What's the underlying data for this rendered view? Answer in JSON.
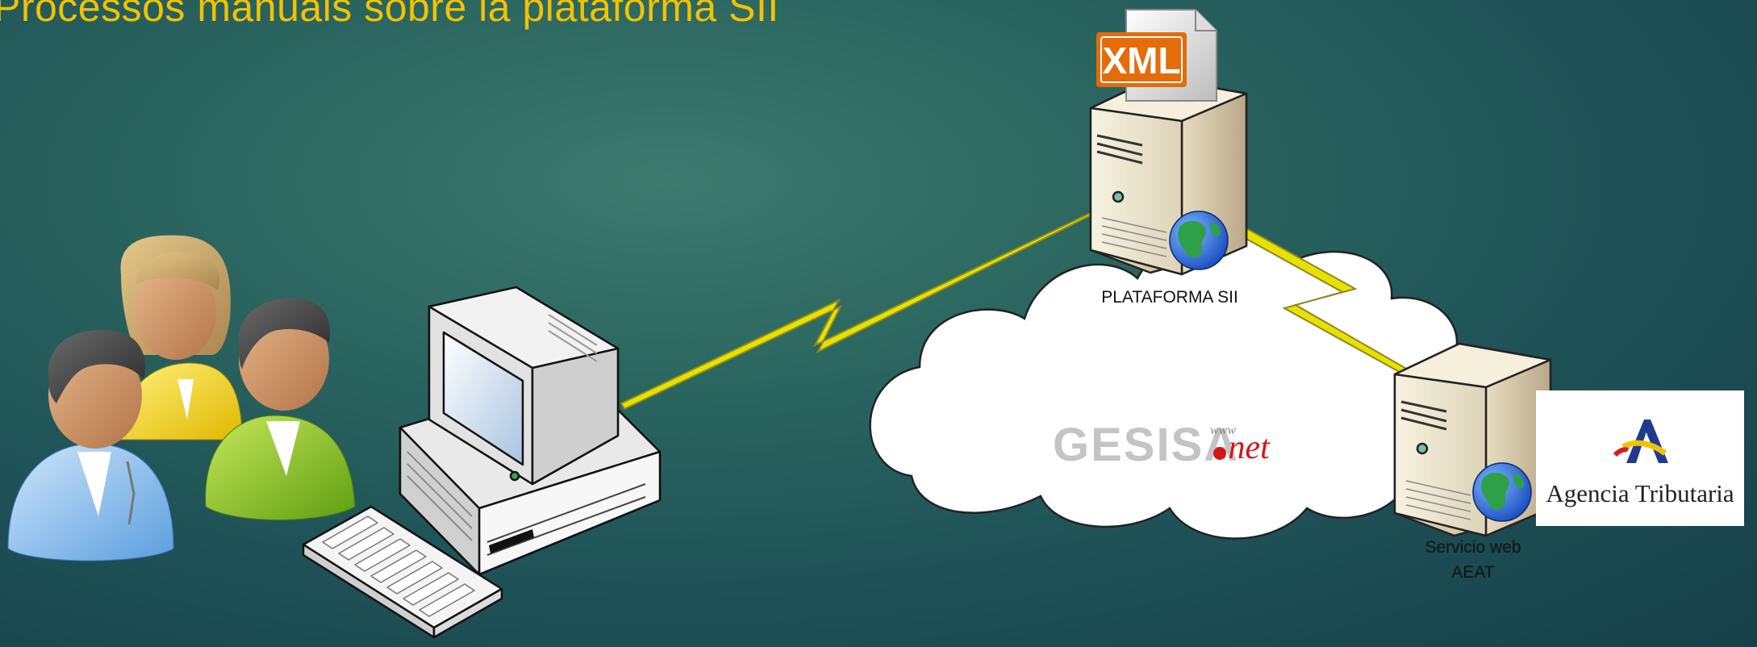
{
  "title": "Processos manuals sobre la plataforma SII",
  "labels": {
    "platform": "PLATAFORMA SII",
    "webservice_line1": "Servicio web",
    "webservice_line2": "AEAT",
    "xml_badge": "XML",
    "gesisa_name": "GESISA",
    "gesisa_www": "www",
    "gesisa_domain": ".net",
    "agency": "Agencia Tributaria"
  },
  "colors": {
    "title": "#f2c200",
    "lightning": "#e8e000",
    "xml_badge": "#e46c0a",
    "gesisa_dot": "#d01818"
  }
}
